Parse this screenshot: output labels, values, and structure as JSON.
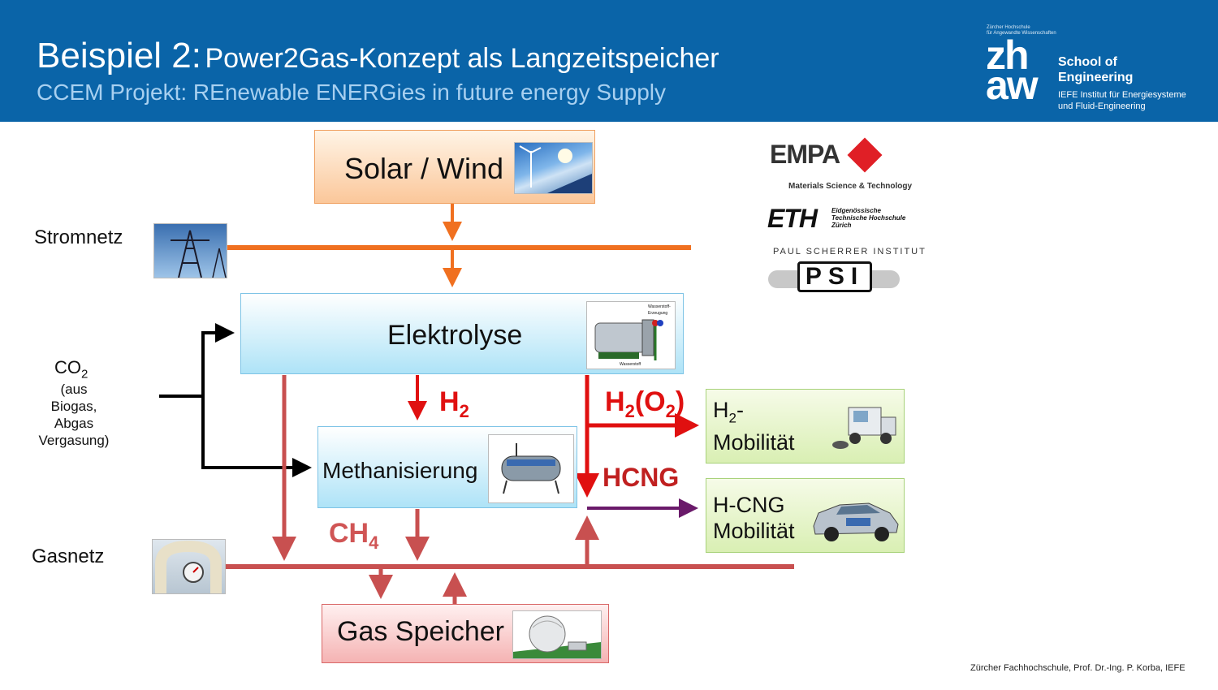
{
  "header": {
    "title_main": "Beispiel 2:",
    "title_rest": "Power2Gas-Konzept als Langzeitspeicher",
    "subtitle": "CCEM Projekt: REnewable ENERGies in future energy Supply",
    "zhaw_small_line1": "Zürcher Hochschule",
    "zhaw_small_line2": "für Angewandte Wissenschaften",
    "zhaw_logo_top": "zh",
    "zhaw_logo_bottom": "aw",
    "school_line1": "School of",
    "school_line2": "Engineering",
    "institute_line1": "IEFE Institut für Energiesysteme",
    "institute_line2": "und Fluid-Engineering"
  },
  "diagram": {
    "solar_wind": "Solar / Wind",
    "stromnetz": "Stromnetz",
    "elektrolyse": "Elektrolyse",
    "elektrolyse_img_label1": "Wasserstoff-",
    "elektrolyse_img_label2": "Erzeugung",
    "elektrolyse_img_label3": "Wasserstoff",
    "co2": "CO",
    "co2_sub": "2",
    "co2_source": [
      "(aus",
      "Biogas,",
      "Abgas",
      "Vergasung)"
    ],
    "h2": "H",
    "h2_sub": "2",
    "h2o2_a": "H",
    "h2o2_sub1": "2",
    "h2o2_b": "(O",
    "h2o2_sub2": "2",
    "h2o2_c": ")",
    "methanisierung": "Methanisierung",
    "hcng": "HCNG",
    "h2_mob_line1_a": "H",
    "h2_mob_line1_sub": "2",
    "h2_mob_line1_b": "-",
    "h2_mob_line2": "Mobilität",
    "hcng_mob_line1": "H-CNG",
    "hcng_mob_line2": "Mobilität",
    "ch4": "CH",
    "ch4_sub": "4",
    "gasnetz": "Gasnetz",
    "gas_speicher": "Gas Speicher"
  },
  "partners": {
    "empa": "EMPA",
    "empa_tagline": "Materials Science & Technology",
    "eth": "ETH",
    "eth_line1": "Eidgenössische",
    "eth_line2": "Technische Hochschule",
    "eth_line3": "Zürich",
    "psi_name": "PAUL SCHERRER INSTITUT",
    "psi": "PSI"
  },
  "footer": "Zürcher Fachhochschule, Prof. Dr.-Ing. P. Korba, IEFE",
  "colors": {
    "header_bg": "#0a64a8",
    "power_line": "#f07020",
    "hydrogen": "#e01010",
    "gas_line": "#c85050",
    "hcng_line": "#6a1a6a",
    "co2_line": "#000000"
  }
}
